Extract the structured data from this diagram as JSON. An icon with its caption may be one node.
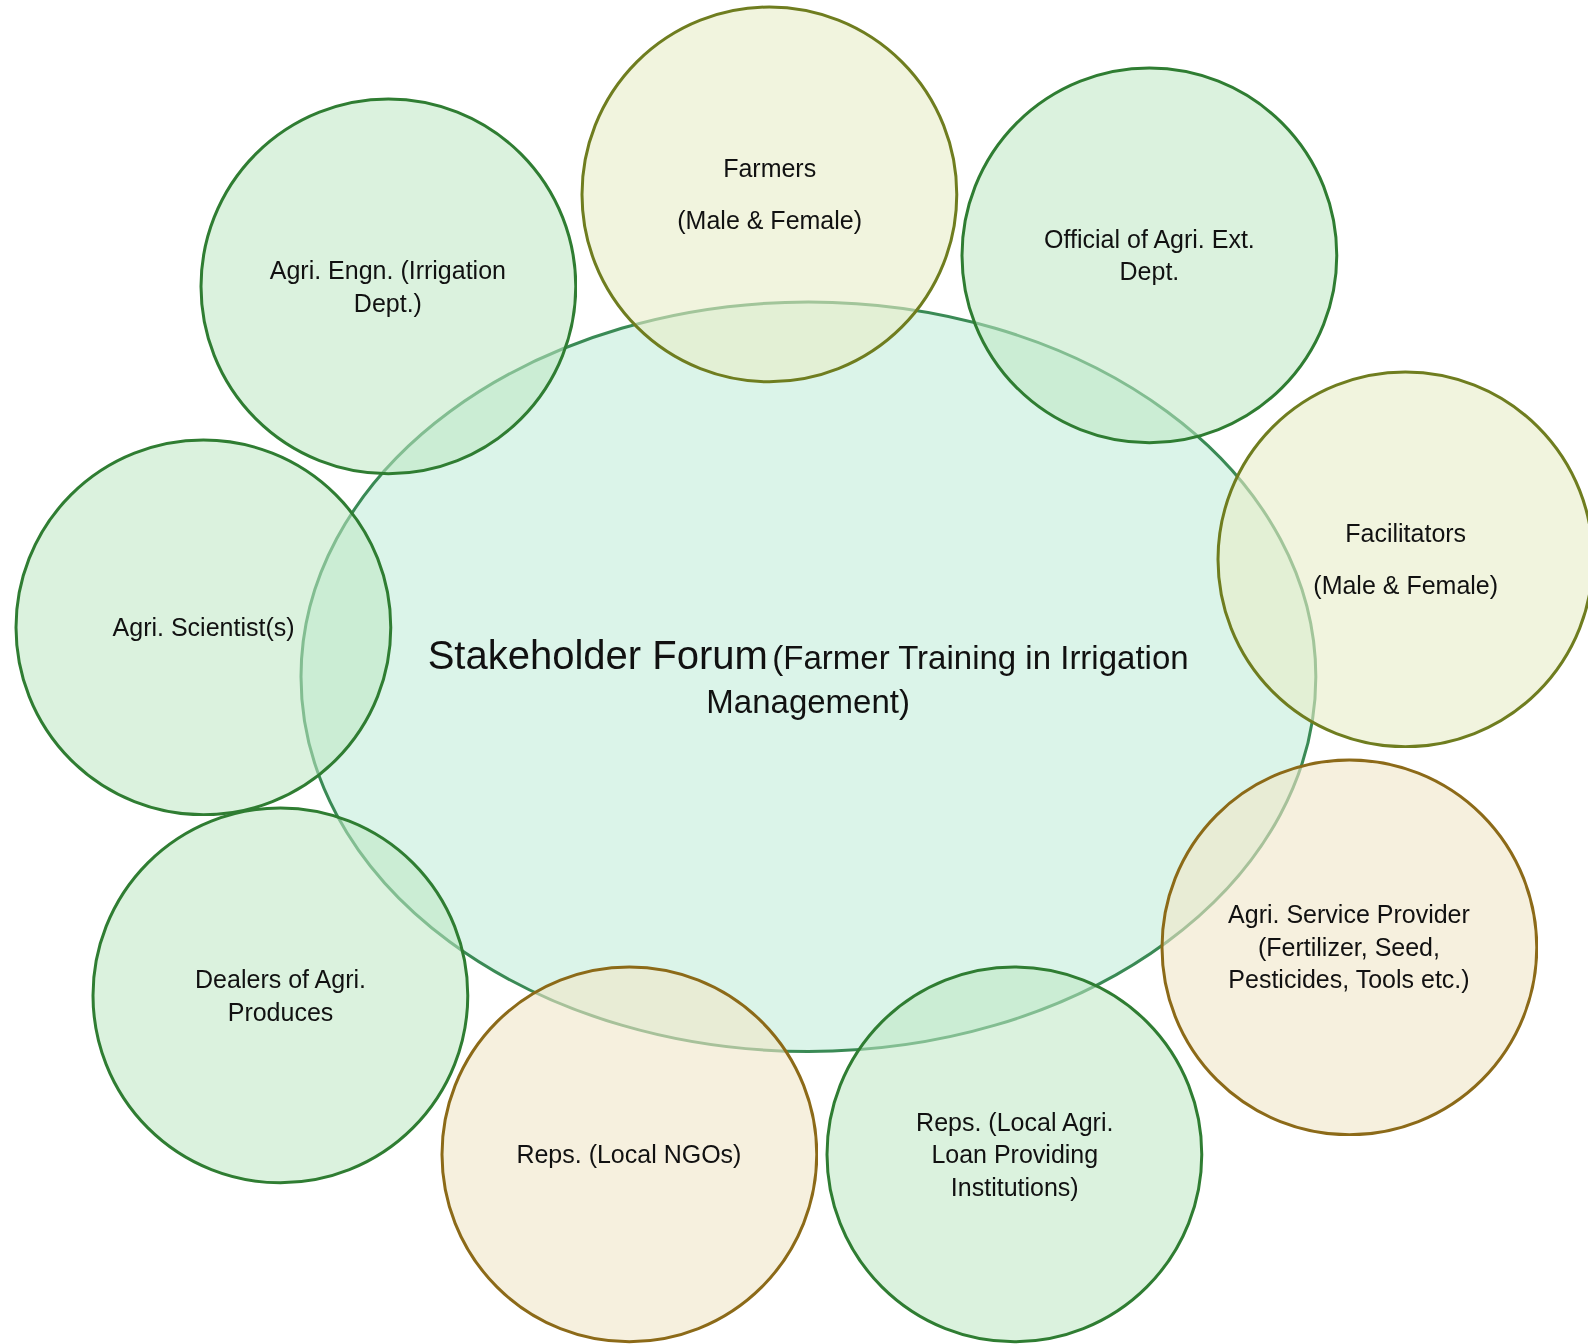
{
  "diagram": {
    "nodes": [
      {
        "text": [
          "Stakeholder Forum",
          "(Farmer Training in Irrigation Management)"
        ]
      },
      {
        "text": [
          "Farmers",
          "(Male & Female)"
        ]
      },
      {
        "text": [
          "Official of Agri. Ext. Dept."
        ]
      },
      {
        "text": [
          "Agri. Engn. (Irrigation Dept.)"
        ]
      },
      {
        "text": [
          "Facilitators",
          "(Male & Female)"
        ]
      },
      {
        "text": [
          "Agri. Scientist(s)"
        ]
      },
      {
        "text": [
          "Agri. Service Provider (Fertilizer, Seed, Pesticides, Tools etc.)"
        ]
      },
      {
        "text": [
          "Dealers of Agri. Produces"
        ]
      },
      {
        "text": [
          "Reps. (Local NGOs)"
        ]
      },
      {
        "text": [
          "Reps. (Local Agri. Loan Providing Institutions)"
        ]
      }
    ]
  }
}
